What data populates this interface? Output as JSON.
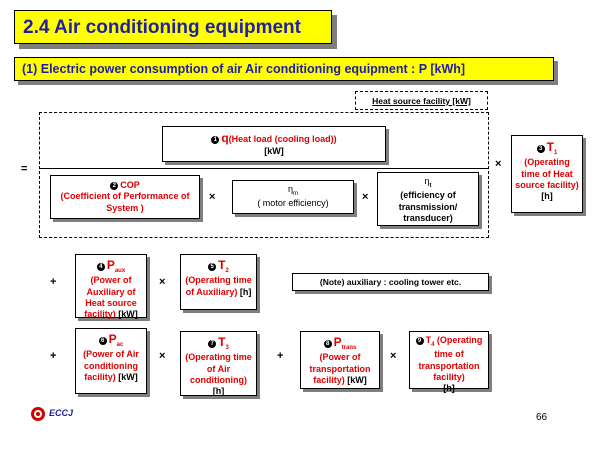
{
  "title": "2.4 Air conditioning equipment",
  "subtitle": "(1) Electric power consumption of air Air conditioning equipment : P [kWh]",
  "heat_source_label": "Heat source facility [kW]",
  "equals": "=",
  "times": "×",
  "plus": "+",
  "markers": {
    "m1": "1",
    "m2": "2",
    "m3": "3",
    "m4": "4",
    "m5": "5",
    "m6": "6",
    "m7": "7",
    "m8": "8",
    "m9": "9"
  },
  "q_box": {
    "symbol": "q",
    "desc": "(Heat load (cooling load))",
    "unit": "[kW]"
  },
  "cop_box": {
    "symbol": "COP",
    "desc": "(Coefficient of Performance of System )"
  },
  "motor_box": {
    "symbol": "η",
    "sub": "m",
    "desc": "( motor efficiency)"
  },
  "trans_box": {
    "symbol": "η",
    "sub": "t",
    "desc": "(efficiency of transmission/ transducer)"
  },
  "t1_box": {
    "symbol": "T",
    "sub": "1",
    "desc": "(Operating time of Heat source facility)",
    "unit": "[h]"
  },
  "paux_box": {
    "symbol": "P",
    "sub": "aux",
    "desc": "(Power of Auxiliary of Heat source facility)",
    "unit": "[kW]"
  },
  "t2_box": {
    "symbol": "T",
    "sub": "2",
    "desc": "(Operating time of Auxiliary)",
    "unit": "[h]"
  },
  "note": "(Note) auxiliary : cooling tower etc.",
  "pac_box": {
    "symbol": "P",
    "sub": "ac",
    "desc": "(Power of Air conditioning facility)",
    "unit": "[kW]"
  },
  "t3_box": {
    "symbol": "T",
    "sub": "3",
    "desc": "(Operating time of Air conditioning)",
    "unit": "[h]"
  },
  "ptrans_box": {
    "symbol": "P",
    "sub": "trans",
    "desc": "(Power of transportation facility)",
    "unit": "[kW]"
  },
  "t4_box": {
    "symbol": "T",
    "sub": "4",
    "desc": "(Operating time of transportation facility)",
    "unit": "[h]"
  },
  "logo_text": "ECCJ",
  "page_number": "66"
}
